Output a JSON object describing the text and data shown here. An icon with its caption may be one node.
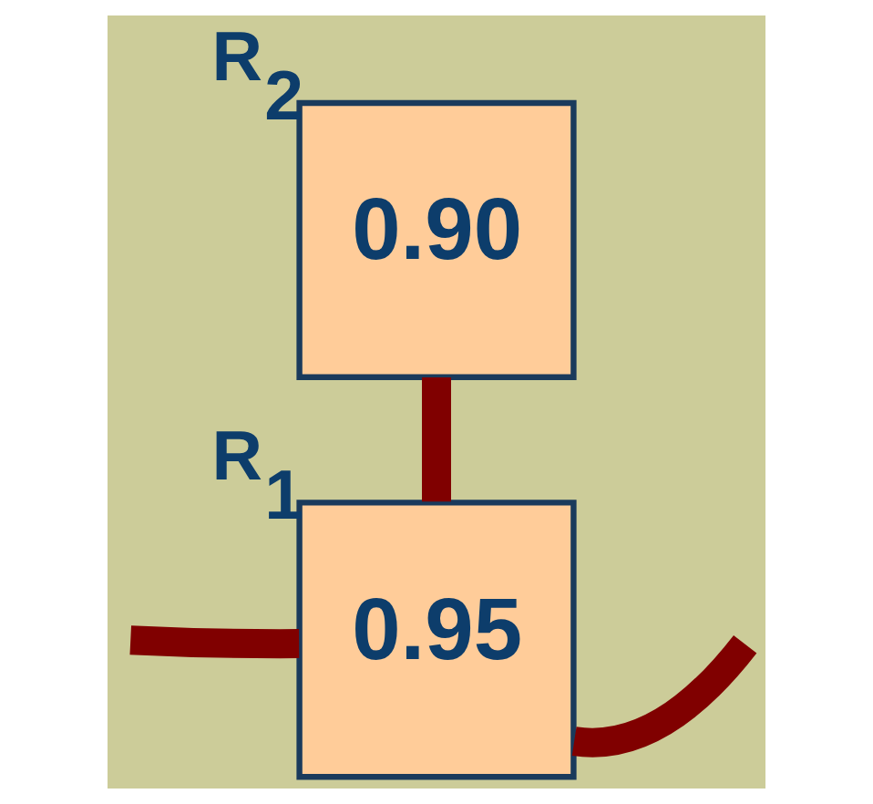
{
  "diagram": {
    "nodes": [
      {
        "text": [
          "0.90"
        ],
        "beside": [
          "R$_{2}$"
        ]
      },
      {
        "text": [
          "0.95"
        ],
        "beside": [
          "R$_{1}$"
        ]
      }
    ],
    "edges": [
      {
        "from": 0,
        "to": 1,
        "arrow": "none"
      },
      {
        "from": null,
        "to": 1,
        "arrow": "none"
      },
      {
        "from": 1,
        "to": null,
        "arrow": "none"
      }
    ]
  }
}
